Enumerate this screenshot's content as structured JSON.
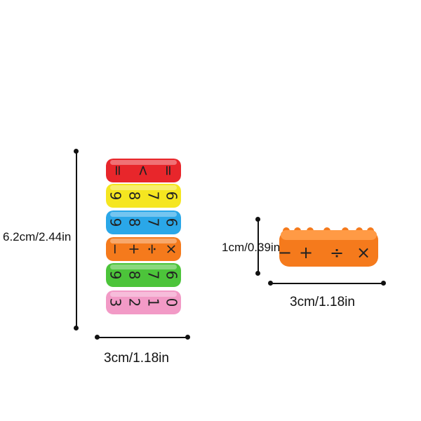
{
  "dimensions": {
    "stack_height": "6.2cm/2.44in",
    "stack_width": "3cm/1.18in",
    "single_height": "1cm/0.39in",
    "single_width": "3cm/1.18in"
  },
  "stack_rings": [
    {
      "color": "#e8262b",
      "glyphs": [
        "=",
        "<",
        "="
      ]
    },
    {
      "color": "#f5e620",
      "glyphs": [
        "9",
        "8",
        "7",
        "6"
      ]
    },
    {
      "color": "#2aa7e8",
      "glyphs": [
        "9",
        "8",
        "7",
        "6"
      ]
    },
    {
      "color": "#f57a1c",
      "glyphs": [
        "−",
        "+",
        "÷",
        "×"
      ]
    },
    {
      "color": "#4cc43a",
      "glyphs": [
        "9",
        "8",
        "7",
        "6"
      ]
    },
    {
      "color": "#f29ac6",
      "glyphs": [
        "3",
        "2",
        "1",
        "0"
      ]
    }
  ],
  "single_ring": {
    "color": "#f57a1c",
    "glyphs": [
      "−",
      "+",
      "÷",
      "×"
    ]
  }
}
